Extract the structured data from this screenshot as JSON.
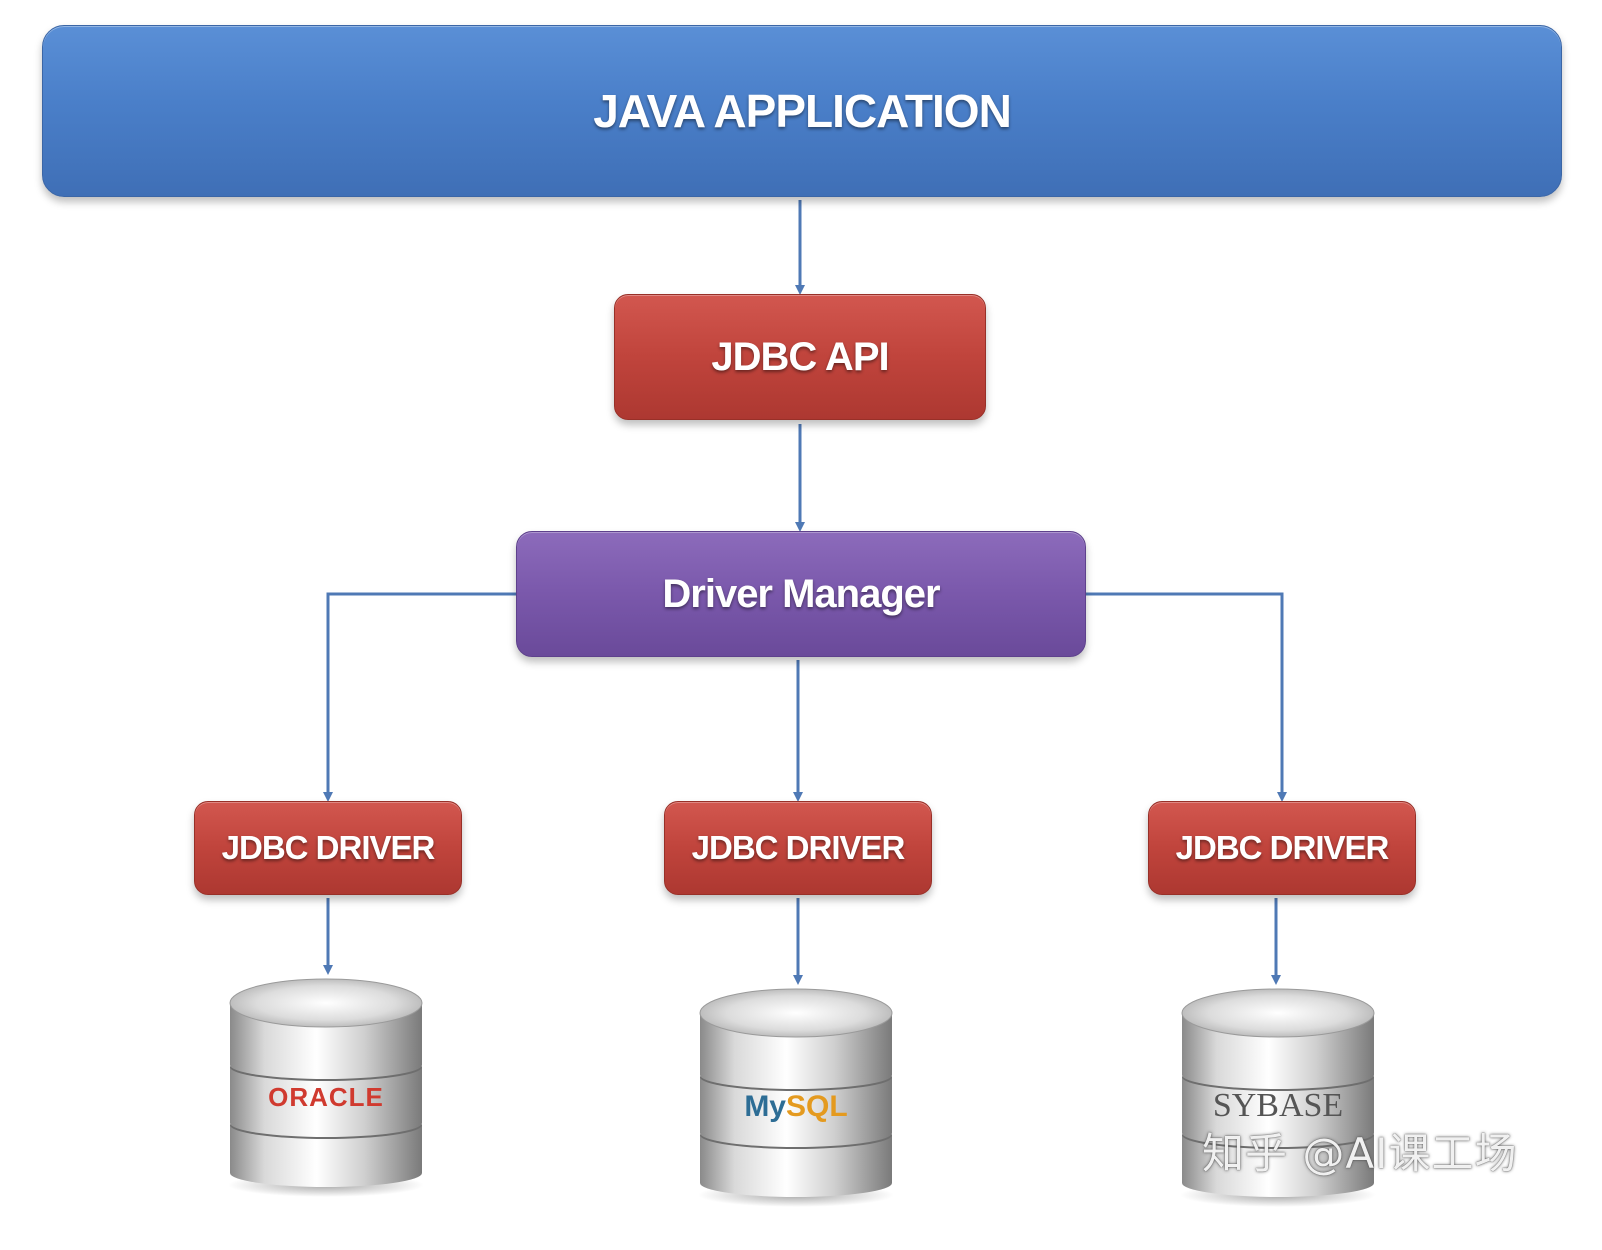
{
  "diagram": {
    "java_application": "JAVA APPLICATION",
    "jdbc_api": "JDBC API",
    "driver_manager": "Driver Manager",
    "drivers": [
      "JDBC DRIVER",
      "JDBC DRIVER",
      "JDBC DRIVER"
    ],
    "databases": [
      "ORACLE",
      "MySQL",
      "SYBASE"
    ]
  },
  "watermark": "知乎 @AI课工场",
  "colors": {
    "application": "#4a7fc9",
    "api_and_drivers": "#c0443c",
    "driver_manager": "#7a58ab",
    "connector": "#4f79b5",
    "oracle_logo": "#d03a2f",
    "mysql_blue": "#2d6d95",
    "mysql_orange": "#e49a1f",
    "sybase_logo": "#555555"
  }
}
